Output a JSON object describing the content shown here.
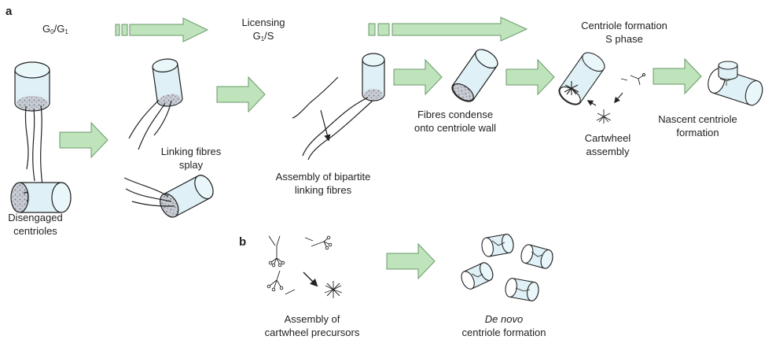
{
  "panels": {
    "a": "a",
    "b": "b"
  },
  "stages": {
    "g0g1": {
      "g": "G",
      "sub0": "0",
      "slash": "/G",
      "sub1": "1"
    },
    "licensing": {
      "line1": "Licensing",
      "g": "G",
      "sub1": "1",
      "s": "/S"
    },
    "centriole_formation": {
      "line1": "Centriole formation",
      "line2": "S phase"
    }
  },
  "labels": {
    "disengaged": [
      "Disengaged",
      "centrioles"
    ],
    "linking_splay": [
      "Linking fibres",
      "splay"
    ],
    "bipartite": [
      "Assembly of bipartite",
      "linking fibres"
    ],
    "condense": [
      "Fibres condense",
      "onto centriole wall"
    ],
    "cartwheel": [
      "Cartwheel",
      "assembly"
    ],
    "nascent": [
      "Nascent centriole",
      "formation"
    ],
    "precursors": [
      "Assembly of",
      "cartwheel precursors"
    ],
    "denovo_italic": "De novo",
    "denovo_rest": "centriole formation"
  },
  "colors": {
    "arrow_fill": "#bfe3bb",
    "arrow_stroke": "#6a9a6a",
    "cylinder_fill": "#dff1f6",
    "stroke": "#222222",
    "granule": "#9aa0ab"
  }
}
